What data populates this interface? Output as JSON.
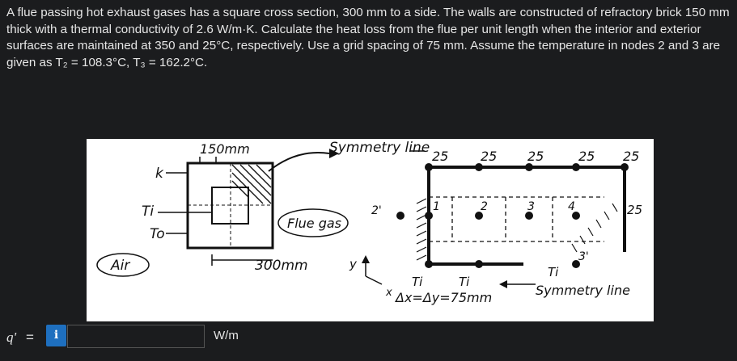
{
  "problem": {
    "text": "A flue passing hot exhaust gases has a square cross section, 300 mm to a side. The walls are constructed of refractory brick 150 mm thick with a thermal conductivity of 2.6 W/m·K. Calculate the heat loss from the flue per unit length when the interior and exterior surfaces are maintained at 350 and 25°C, respectively. Use a grid spacing of 75 mm. Assume the temperature in nodes 2 and 3 are given as T₂ = 108.3°C, T₃ = 162.2°C."
  },
  "figure": {
    "label_150mm": "150mm",
    "label_k": "k",
    "label_ti": "Ti",
    "label_to": "To",
    "label_air": "Air",
    "label_flue_gas": "Flue gas",
    "label_300mm": "300mm",
    "label_symmetry_line_top": "Symmetry line",
    "top_temps": [
      "25",
      "25",
      "25",
      "25",
      "25"
    ],
    "right_temp": "25",
    "node_labels": [
      "1",
      "2",
      "3",
      "4"
    ],
    "node_2prime": "2'",
    "node_3prime": "3'",
    "label_ti_bottom_1": "Ti",
    "label_ti_bottom_2": "Ti",
    "label_ti_bottom_3": "Ti",
    "label_dx_dy": "Δx=Δy=75mm",
    "label_symmetry_line_bottom": "Symmetry line",
    "axis_y": "y",
    "axis_x": "x"
  },
  "answer": {
    "label": "q'",
    "equals": "=",
    "info_icon": "i",
    "input_value": "",
    "unit": "W/m"
  }
}
